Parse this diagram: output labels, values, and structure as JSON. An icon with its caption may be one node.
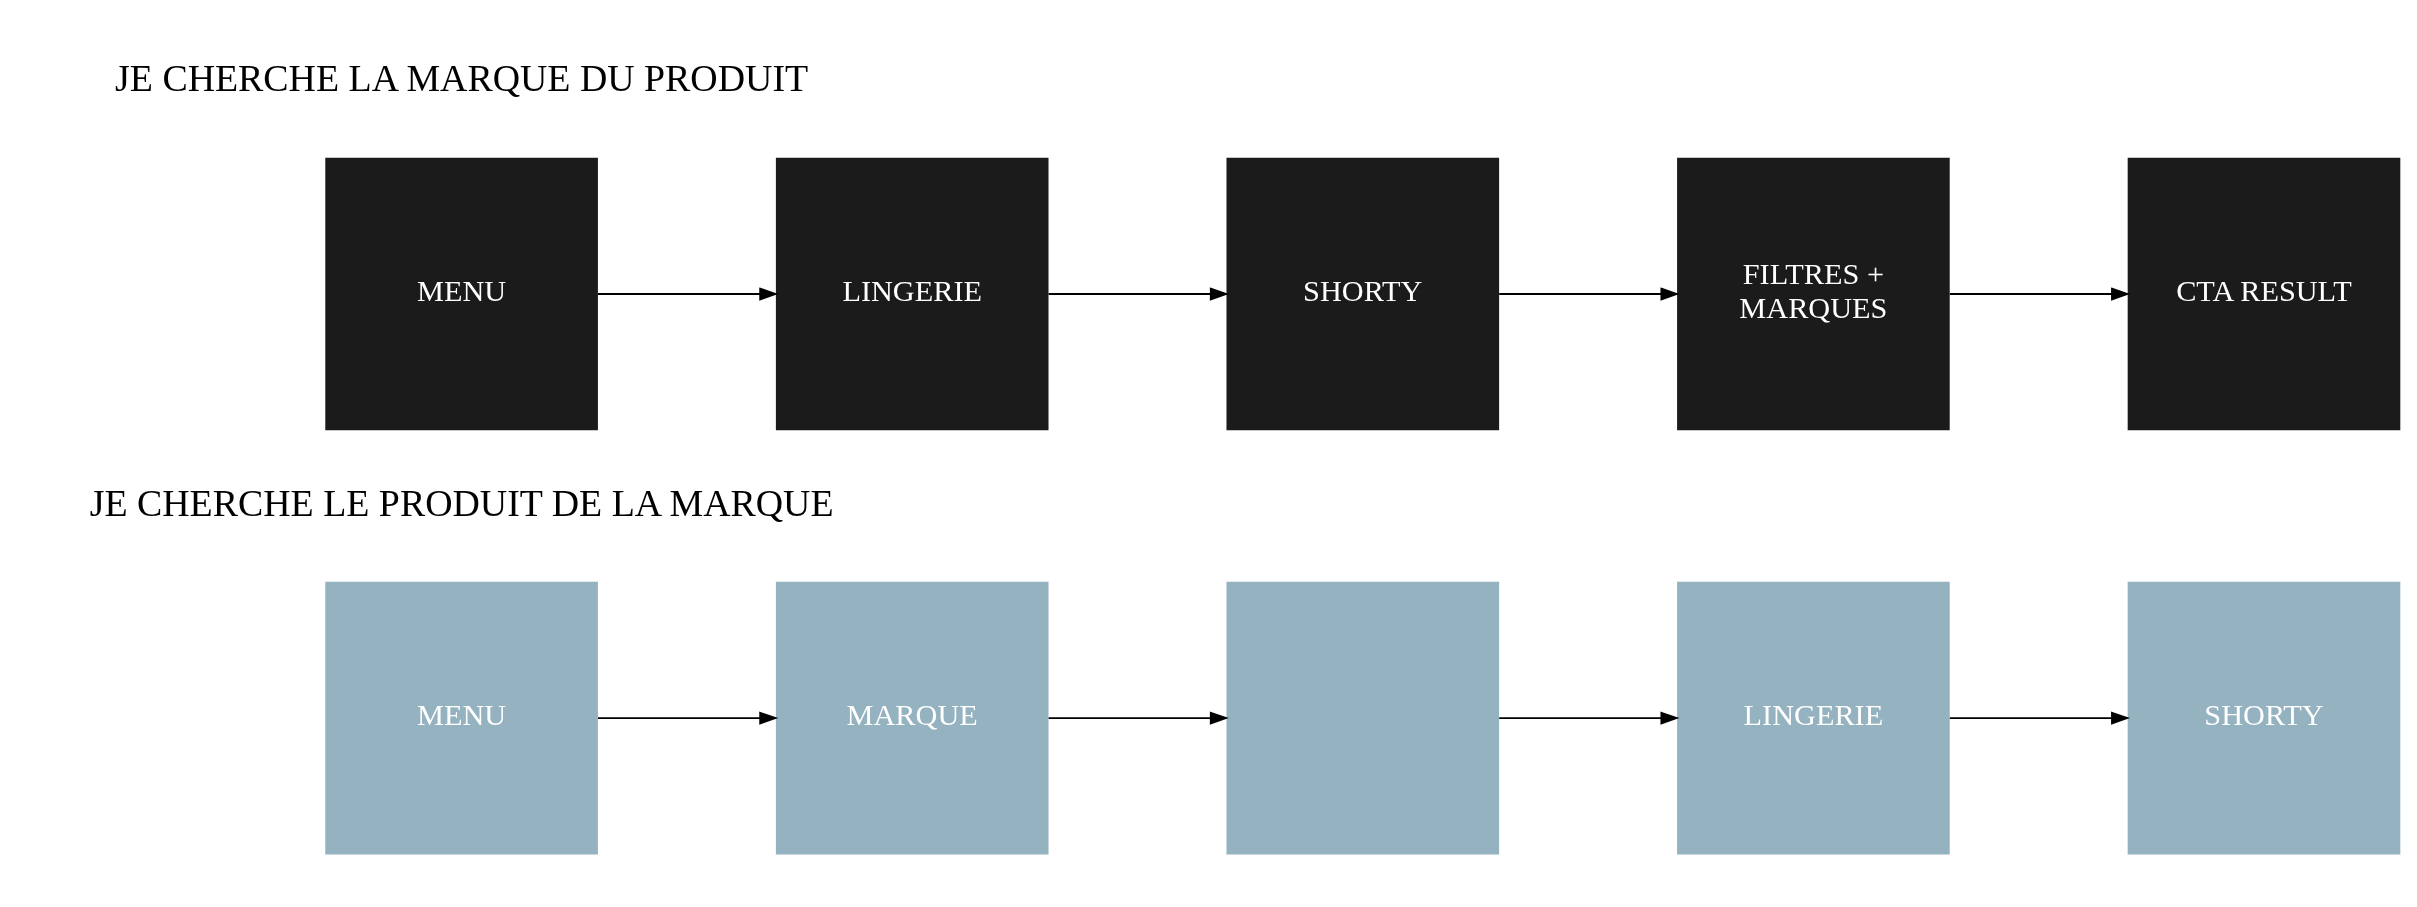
{
  "diagram": {
    "nodes": [
      {
        "text": [
          "MENU"
        ]
      },
      {
        "text": [
          "LINGERIE"
        ]
      },
      {
        "text": [
          "SHORTY"
        ]
      },
      {
        "text": [
          "FILTRES + MARQUES"
        ]
      },
      {
        "text": [
          "CTA RESULT"
        ]
      },
      {
        "text": [
          "MENU"
        ]
      },
      {
        "text": [
          "MARQUE"
        ]
      },
      {
        "text": [],
        "shape": "box"
      },
      {
        "text": [
          "LINGERIE"
        ]
      },
      {
        "text": [
          "SHORTY"
        ]
      }
    ],
    "edges": [
      {
        "from": 0,
        "to": 1,
        "arrow": "to"
      },
      {
        "from": 1,
        "to": 2,
        "arrow": "to"
      },
      {
        "from": 2,
        "to": 3,
        "arrow": "to"
      },
      {
        "from": 3,
        "to": 4,
        "arrow": "to"
      },
      {
        "from": 5,
        "to": 6,
        "arrow": "to"
      },
      {
        "from": 6,
        "to": 7,
        "arrow": "to"
      },
      {
        "from": 7,
        "to": 8,
        "arrow": "to"
      },
      {
        "from": 8,
        "to": 9,
        "arrow": "to"
      }
    ],
    "labels": [
      "JE CHERCHE LA MARQUE DU PRODUIT",
      "JE CHERCHE LE PRODUIT DE LA MARQUE"
    ]
  }
}
